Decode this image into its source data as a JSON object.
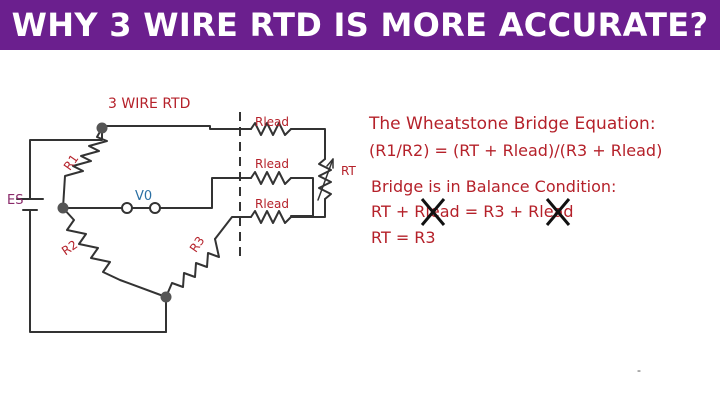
{
  "banner": {
    "title": "WHY 3 WIRE RTD IS MORE ACCURATE?",
    "color": "#6b1f8e"
  },
  "circuit": {
    "title": "3 WIRE RTD",
    "labels": {
      "r1": "R1",
      "r2": "R2",
      "r3": "R3",
      "v0": "V0",
      "es": "ES",
      "rt": "RT",
      "rlead_top": "Rlead",
      "rlead_mid": "Rlead",
      "rlead_bottom": "Rlead"
    },
    "colors": {
      "wire": "#333333",
      "label_red": "#b5212a",
      "v0": "#2a6fa3",
      "es": "#8a2a6a"
    }
  },
  "equations": {
    "title": "The Wheatstone Bridge Equation:",
    "equation": "(R1/R2) = (RT + Rlead)/(R3 + Rlead)",
    "balance_heading": "Bridge is in Balance Condition:",
    "balance_line1": "RT + Rlead = R3 + Rlead",
    "balance_line2": "RT = R3",
    "cancel_mark": "X"
  },
  "footer_mark": "-"
}
